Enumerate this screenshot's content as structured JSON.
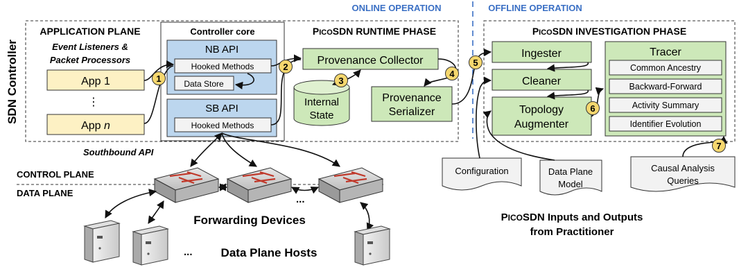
{
  "side_label": "SDN Controller",
  "online_label": "ONLINE OPERATION",
  "offline_label": "OFFLINE OPERATION",
  "app_plane": {
    "title": "APPLICATION PLANE",
    "subtitle_line1": "Event Listeners &",
    "subtitle_line2": "Packet Processors",
    "app1": "App 1",
    "dots": "⋮",
    "appn_prefix": "App ",
    "appn_var": "n"
  },
  "controller_core": {
    "title": "Controller core",
    "nb_api": "NB API",
    "hooked_nb": "Hooked Methods",
    "data_store": "Data Store",
    "sb_api": "SB API",
    "hooked_sb": "Hooked Methods"
  },
  "runtime": {
    "title_pre": "P",
    "title_sc": "ICO",
    "title_post": "SDN RUNTIME PHASE",
    "collector": "Provenance Collector",
    "internal_state_1": "Internal",
    "internal_state_2": "State",
    "serializer_1": "Provenance",
    "serializer_2": "Serializer"
  },
  "investigation": {
    "title_pre": "P",
    "title_sc": "ICO",
    "title_post": "SDN INVESTIGATION PHASE",
    "ingester": "Ingester",
    "cleaner": "Cleaner",
    "topo_1": "Topology",
    "topo_2": "Augmenter",
    "tracer": "Tracer",
    "tracer_items": [
      "Common Ancestry",
      "Backward-Forward",
      "Activity Summary",
      "Identifier Evolution"
    ]
  },
  "inputs": {
    "configuration": "Configuration",
    "dpm_1": "Data Plane",
    "dpm_2": "Model",
    "queries_1": "Causal Analysis",
    "queries_2": "Queries",
    "caption_pre": "P",
    "caption_sc": "ICO",
    "caption_post": "SDN Inputs and Outputs",
    "caption_line2": "from Practitioner"
  },
  "network": {
    "southbound": "Southbound API",
    "control_plane": "CONTROL PLANE",
    "data_plane": "DATA PLANE",
    "forwarding": "Forwarding Devices",
    "ellipsis": "...",
    "hosts": "Data Plane Hosts"
  },
  "steps": [
    "1",
    "2",
    "3",
    "4",
    "5",
    "6",
    "7"
  ],
  "colors": {
    "app_fill": "#fdf1c4",
    "api_fill": "#bcd6ee",
    "green_fill": "#cde8b9",
    "step_fill": "#f5d76e",
    "online_blue": "#3a6fc4"
  }
}
